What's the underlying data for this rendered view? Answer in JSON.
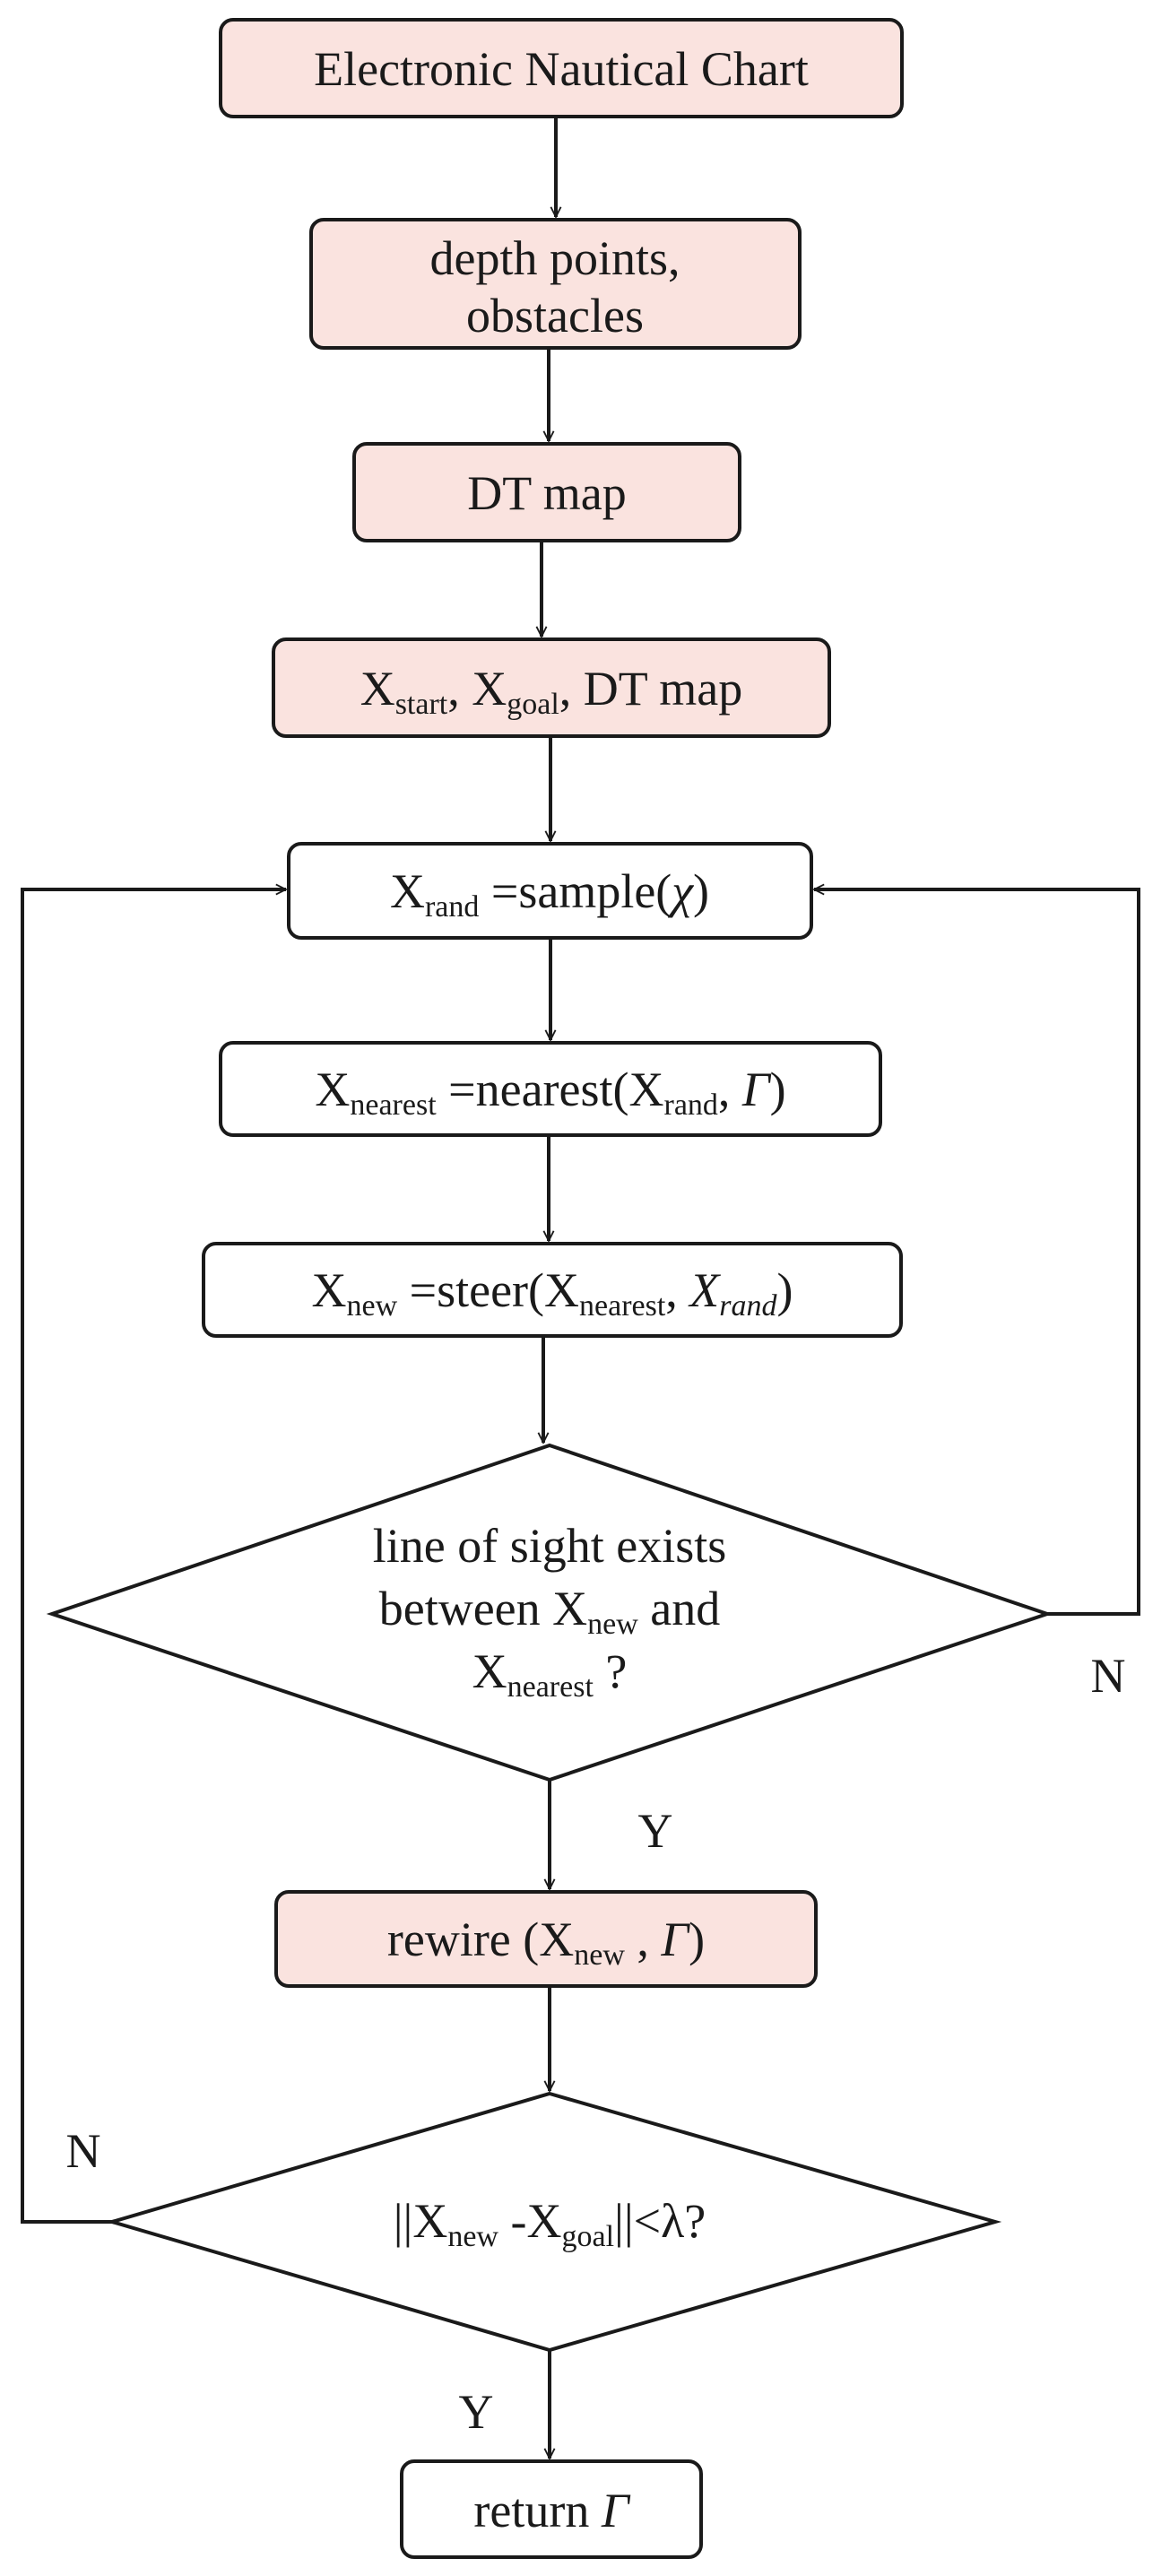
{
  "nodes": {
    "enc": {
      "text": "Electronic Nautical Chart"
    },
    "depth": {
      "line1": "depth points,",
      "line2": "obstacles"
    },
    "dtmap": {
      "text": "DT map"
    },
    "init": {
      "x1": "X",
      "x1sub": "start",
      "sep1": ", ",
      "x2": "X",
      "x2sub": "goal",
      "rest": ", DT map"
    },
    "sample": {
      "x": "X",
      "xsub": "rand",
      "rest": " =sample(",
      "chi": "χ",
      "close": ")"
    },
    "nearest": {
      "x": "X",
      "xsub": "nearest",
      "mid": " =nearest(",
      "x2": "X",
      "x2sub": "rand",
      "comma": ", ",
      "gamma": "Γ",
      "close": ")"
    },
    "steer": {
      "x": "X",
      "xsub": "new",
      "mid": " =steer(",
      "x2": "X",
      "x2sub": "nearest",
      "comma": ", ",
      "x3": "X",
      "x3sub": "rand",
      "close": ")"
    },
    "los": {
      "line1": "line of sight exists",
      "line2a": "between X",
      "line2sub": "new",
      "line2b": " and",
      "line3a": "X",
      "line3sub": "nearest",
      "line3b": " ?"
    },
    "rewire": {
      "a": "rewire (X",
      "sub": "new",
      "b": " , ",
      "gamma": "Γ",
      "c": ")"
    },
    "goalcheck": {
      "a": "||X",
      "sub1": "new",
      "b": " -X",
      "sub2": "goal",
      "c": "||<λ?"
    },
    "ret": {
      "a": "return ",
      "gamma": "Γ"
    }
  },
  "edge_labels": {
    "los_no": "N",
    "los_yes": "Y",
    "goal_no": "N",
    "goal_yes": "Y"
  },
  "colors": {
    "highlight_fill": "#fae3df",
    "stroke": "#1a1a1a"
  }
}
